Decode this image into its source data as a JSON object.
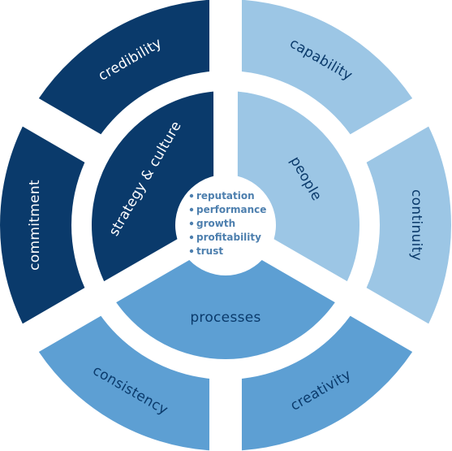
{
  "colors": {
    "dark": "#0a3a6b",
    "medium": "#5d9fd3",
    "light": "#9cc6e5",
    "text_on_dark": "#ffffff",
    "text_on_light": "#0a3a6b",
    "center_text": "#4d7fae",
    "background": "#ffffff"
  },
  "outer_ring": [
    {
      "key": "credibility",
      "label": "credibility",
      "tone": "dark"
    },
    {
      "key": "capability",
      "label": "capability",
      "tone": "light"
    },
    {
      "key": "continuity",
      "label": "continuity",
      "tone": "light"
    },
    {
      "key": "creativity",
      "label": "creativity",
      "tone": "medium"
    },
    {
      "key": "consistency",
      "label": "consistency",
      "tone": "medium"
    },
    {
      "key": "commitment",
      "label": "commitment",
      "tone": "dark"
    }
  ],
  "inner_ring": [
    {
      "key": "strategy-culture",
      "label": "strategy & culture",
      "tone": "dark"
    },
    {
      "key": "people",
      "label": "people",
      "tone": "light"
    },
    {
      "key": "processes",
      "label": "processes",
      "tone": "medium"
    }
  ],
  "center": {
    "items": [
      "reputation",
      "performance",
      "growth",
      "profitability",
      "trust"
    ]
  }
}
